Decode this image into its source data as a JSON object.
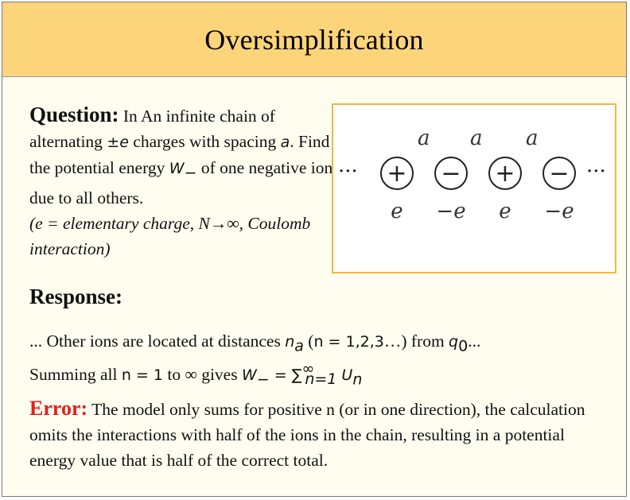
{
  "header": {
    "title": "Oversimplification"
  },
  "question": {
    "label": "Question:",
    "text_1": " In An infinite chain of alternating ",
    "pm_e": "±e",
    "text_2": " charges with spacing ",
    "a": "a",
    "text_3": ". Find the potential energy ",
    "W": "W",
    "W_sub": "−",
    "text_4": " of one negative ion due to all others.",
    "note": "(e = elementary charge, N→∞, Coulomb interaction)"
  },
  "figure": {
    "spacing_labels": [
      "a",
      "a",
      "a"
    ],
    "left_dots": "···",
    "right_dots": "···",
    "ions": [
      {
        "sign": "+",
        "label": "e"
      },
      {
        "sign": "−",
        "label": "−e"
      },
      {
        "sign": "+",
        "label": "e"
      },
      {
        "sign": "−",
        "label": "−e"
      }
    ]
  },
  "response": {
    "label": "Response:",
    "line1_a": "... Other ions are located at distances ",
    "line1_n": "n",
    "line1_nsub": "a",
    "line1_b": " (",
    "line1_eq": "n = 1,2,3",
    "line1_c": "…) from ",
    "line1_q": "q",
    "line1_qsub": "0",
    "line1_d": "...",
    "line2_a": "Summing all ",
    "line2_eq": "n = 1",
    "line2_b": " to ∞ gives ",
    "line2_W": "W",
    "line2_Wsub": "−",
    "line2_c": " = ∑",
    "line2_sup": "∞",
    "line2_sub": "n=1",
    "line2_U": " U",
    "line2_Usub": "n"
  },
  "error": {
    "label": "Error:",
    "text": "  The model only sums for positive n (or in one direction), the calculation omits the interactions with half of the ions in the chain, resulting in a potential energy value that is half of the correct total."
  }
}
